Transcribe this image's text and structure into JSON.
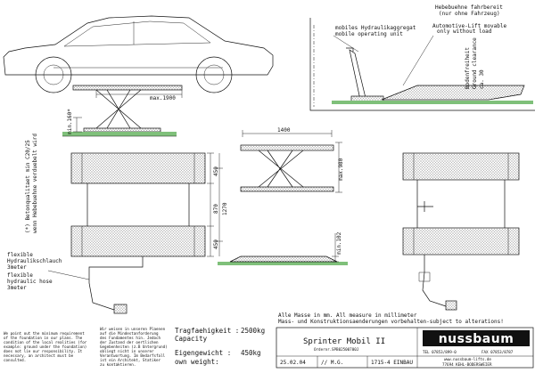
{
  "header_right": {
    "title_de": "Hebebuehne fahrbereit",
    "subtitle_de": "(nur ohne Fahrzeug)",
    "title_en": "Automotive-Lift movable",
    "subtitle_en": "only without load"
  },
  "unit_label": {
    "de_line1": "mobiles Hydraulikaggregat",
    "de_line2": "mobile operating unit"
  },
  "clearance": {
    "de": "Bodenfreiheit",
    "en": "Ground clearance",
    "value": "ca. 30"
  },
  "foundation_note": {
    "line1": "(*) Betonqualitaet min C20/25",
    "line2": "wenn Hebebuehne verduebelt wird"
  },
  "dimensions": {
    "max_1900": "max.1900",
    "min_160": "min.160*",
    "w_1400": "1400",
    "max_980": "max.980",
    "d_450_top": "450",
    "d_870": "870",
    "d_1270": "1270",
    "d_450_bottom": "450",
    "min_102": "min.102"
  },
  "hose_note": {
    "de_1": "flexible",
    "de_2": "Hydraulikschlauch",
    "de_3": "3meter",
    "en_1": "flexible",
    "en_2": "hydraulic hose",
    "en_3": "3meter"
  },
  "measure_note": {
    "line1": "Alle Masse in mm. All measure in millimeter",
    "line2": "Mass- und Konstruktionsaenderungen vorbehalten-subject to alterations!"
  },
  "footnote_en": [
    "We point out the minimum requirement",
    "of the foundation in our plans. The",
    "condition of the local realities (for",
    "example: ground under the foundation)",
    "does not lie our responsibility. It",
    "necessary, an architect must be",
    "consulted."
  ],
  "footnote_de": [
    "Wir weisen in unseren Plaenen",
    "auf die Mindestanforderung",
    "des Fundamentes hin. Jedoch",
    "der Zustand der oertlichen",
    "Gegebenheiten (z.B Untergrund)",
    "obliegt nicht in unserer",
    "Verantwortung. Im Bedarfsfall",
    "ist ein Architekt, Statiker",
    "zu kontaktieren."
  ],
  "spec": {
    "capacity_de": "Tragfaehigkeit :",
    "capacity_en": "Capacity",
    "capacity_value": "2500kg",
    "weight_de": "Eigengewicht :",
    "weight_en": "own weight:",
    "weight_value": "450kg"
  },
  "title_block": {
    "product": "Sprinter Mobil II",
    "order_label": "Ordernr.",
    "order_no": "SPB02500700J",
    "date": "25.02.04",
    "author": "// M.G.",
    "drawing_no": "1715-4 EINBAU"
  },
  "company": {
    "brand": "nussbaum",
    "tel": "TEL 07853/899-0",
    "fax": "FAX 07853/8787",
    "web": "www.nussbaum-lifts.de",
    "address": "77694 KEHL-BODERSWEIER"
  }
}
